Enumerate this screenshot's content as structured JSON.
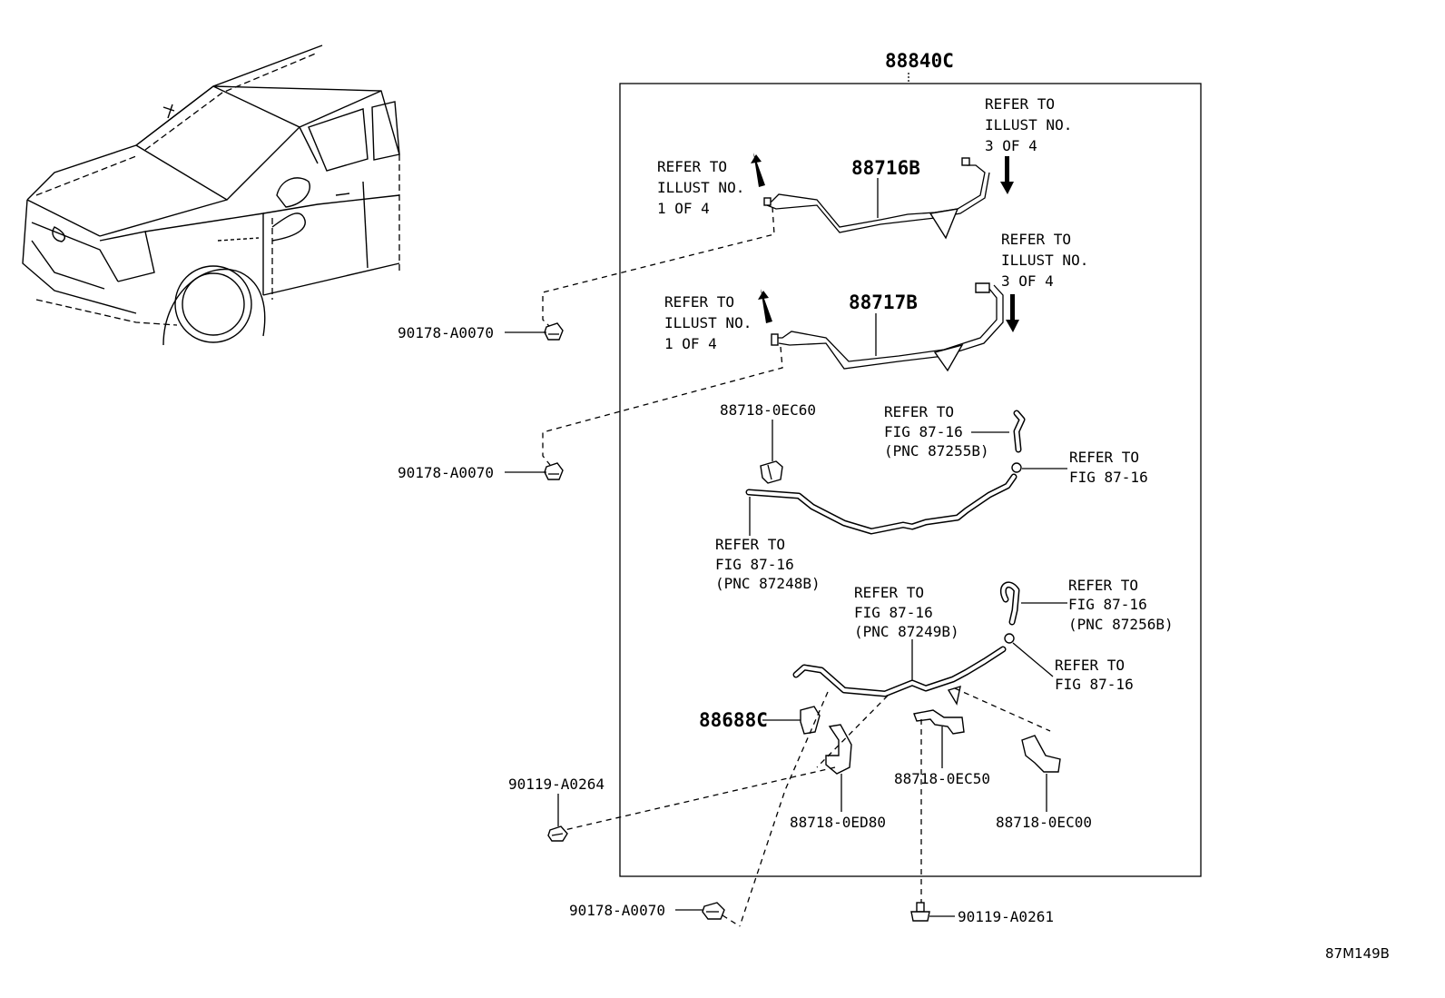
{
  "assembly": {
    "number": "88840C"
  },
  "parts": {
    "p88716B": "88716B",
    "p88717B": "88717B",
    "p88718_0EC60": "88718-0EC60",
    "p88688C": "88688C",
    "p88718_0ED80": "88718-0ED80",
    "p88718_0EC50": "88718-0EC50",
    "p88718_0EC00": "88718-0EC00",
    "p90178_A0070_a": "90178-A0070",
    "p90178_A0070_b": "90178-A0070",
    "p90178_A0070_c": "90178-A0070",
    "p90119_A0264": "90119-A0264",
    "p90119_A0261": "90119-A0261"
  },
  "refs": {
    "r1": [
      "REFER TO",
      "ILLUST NO.",
      "1 OF 4"
    ],
    "r2": [
      "REFER TO",
      "ILLUST NO.",
      "3 OF 4"
    ],
    "r3": [
      "REFER TO",
      "ILLUST NO.",
      "1 OF 4"
    ],
    "r4": [
      "REFER TO",
      "ILLUST NO.",
      "3 OF 4"
    ],
    "r5": [
      "REFER TO",
      "FIG 87-16",
      "(PNC 87255B)"
    ],
    "r6": [
      "REFER TO",
      "FIG 87-16"
    ],
    "r7": [
      "REFER TO",
      "FIG 87-16",
      "(PNC 87248B)"
    ],
    "r8": [
      "REFER TO",
      "FIG 87-16",
      "(PNC 87249B)"
    ],
    "r9": [
      "REFER TO",
      "FIG 87-16",
      "(PNC 87256B)"
    ],
    "r10": [
      "REFER TO",
      "FIG 87-16"
    ]
  },
  "illustration_code": "87M149B"
}
